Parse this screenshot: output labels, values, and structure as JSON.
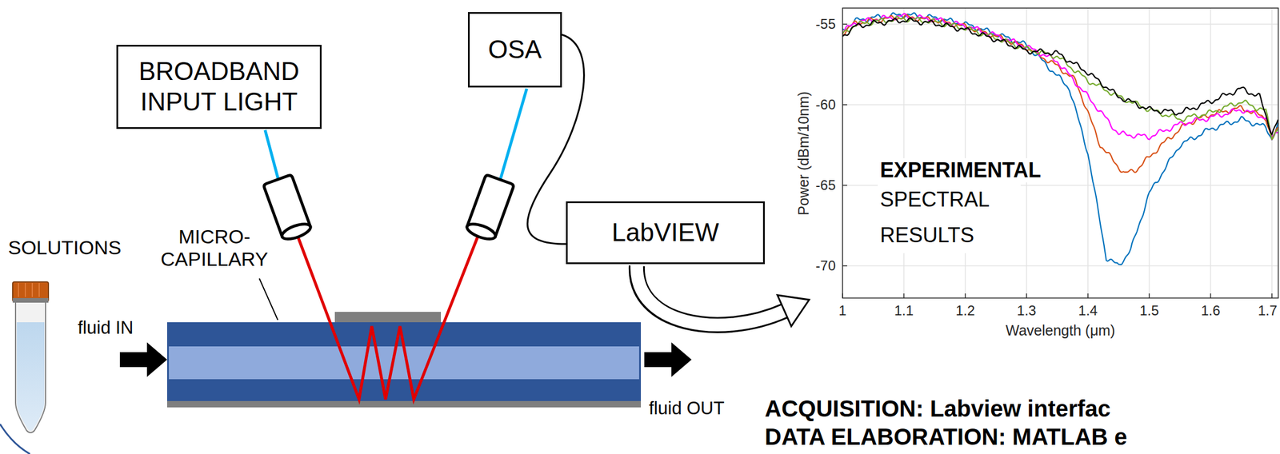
{
  "diagram": {
    "nodes": [
      {
        "text": [
          "BROADBAND INPUT LIGHT"
        ]
      },
      {
        "text": [
          "OSA"
        ]
      },
      {
        "text": [
          "LabVIEW"
        ]
      }
    ],
    "edges": [
      {
        "from": 1,
        "to": 2,
        "arrow": "none"
      }
    ],
    "labels": [
      "SOLUTIONS",
      "MICRO- CAPILLARY",
      "fluid IN",
      "fluid OUT",
      "-55",
      "-60",
      "-65",
      "-70",
      "Power (dBm/10nm)",
      "1",
      "1.1",
      "1.2",
      "1.3",
      "1.4",
      "1.5",
      "1.6",
      "1.7",
      "Wavelength (μm)",
      "EXPERIMENTAL",
      "SPECTRAL RESULTS",
      "ACQUISITION: Labview interfac",
      "DATA ELABORATION: MATLAB e"
    ]
  }
}
